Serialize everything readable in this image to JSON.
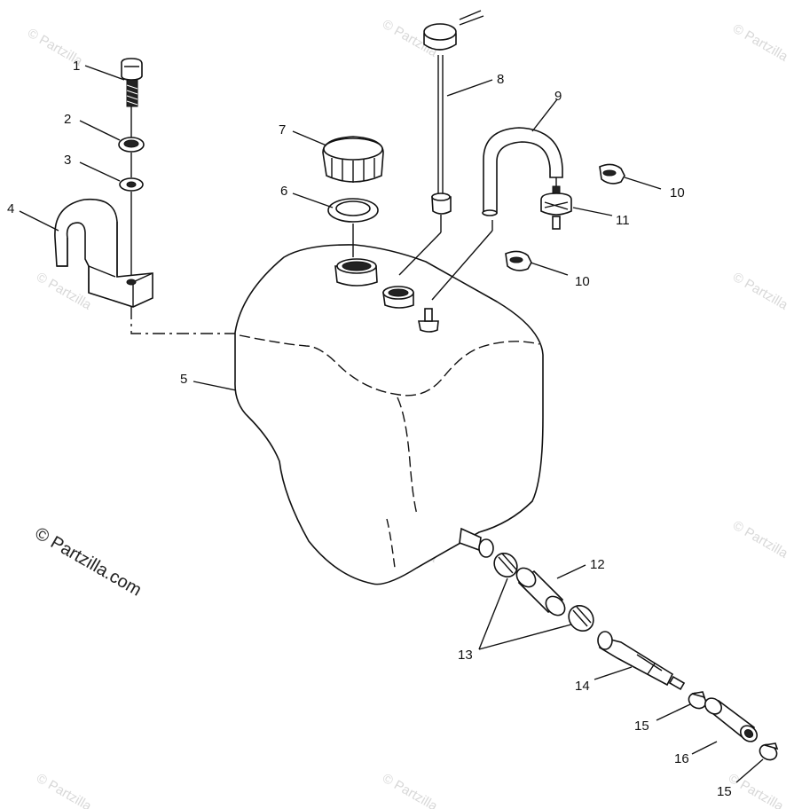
{
  "diagram": {
    "copyright": "© Partzilla.com",
    "watermark": "© Partzilla",
    "callouts": {
      "p1": "1",
      "p2": "2",
      "p3": "3",
      "p4": "4",
      "p5": "5",
      "p6": "6",
      "p7": "7",
      "p8": "8",
      "p9": "9",
      "p10a": "10",
      "p10b": "10",
      "p11": "11",
      "p12": "12",
      "p13": "13",
      "p14": "14",
      "p15a": "15",
      "p15b": "15",
      "p16": "16"
    }
  }
}
